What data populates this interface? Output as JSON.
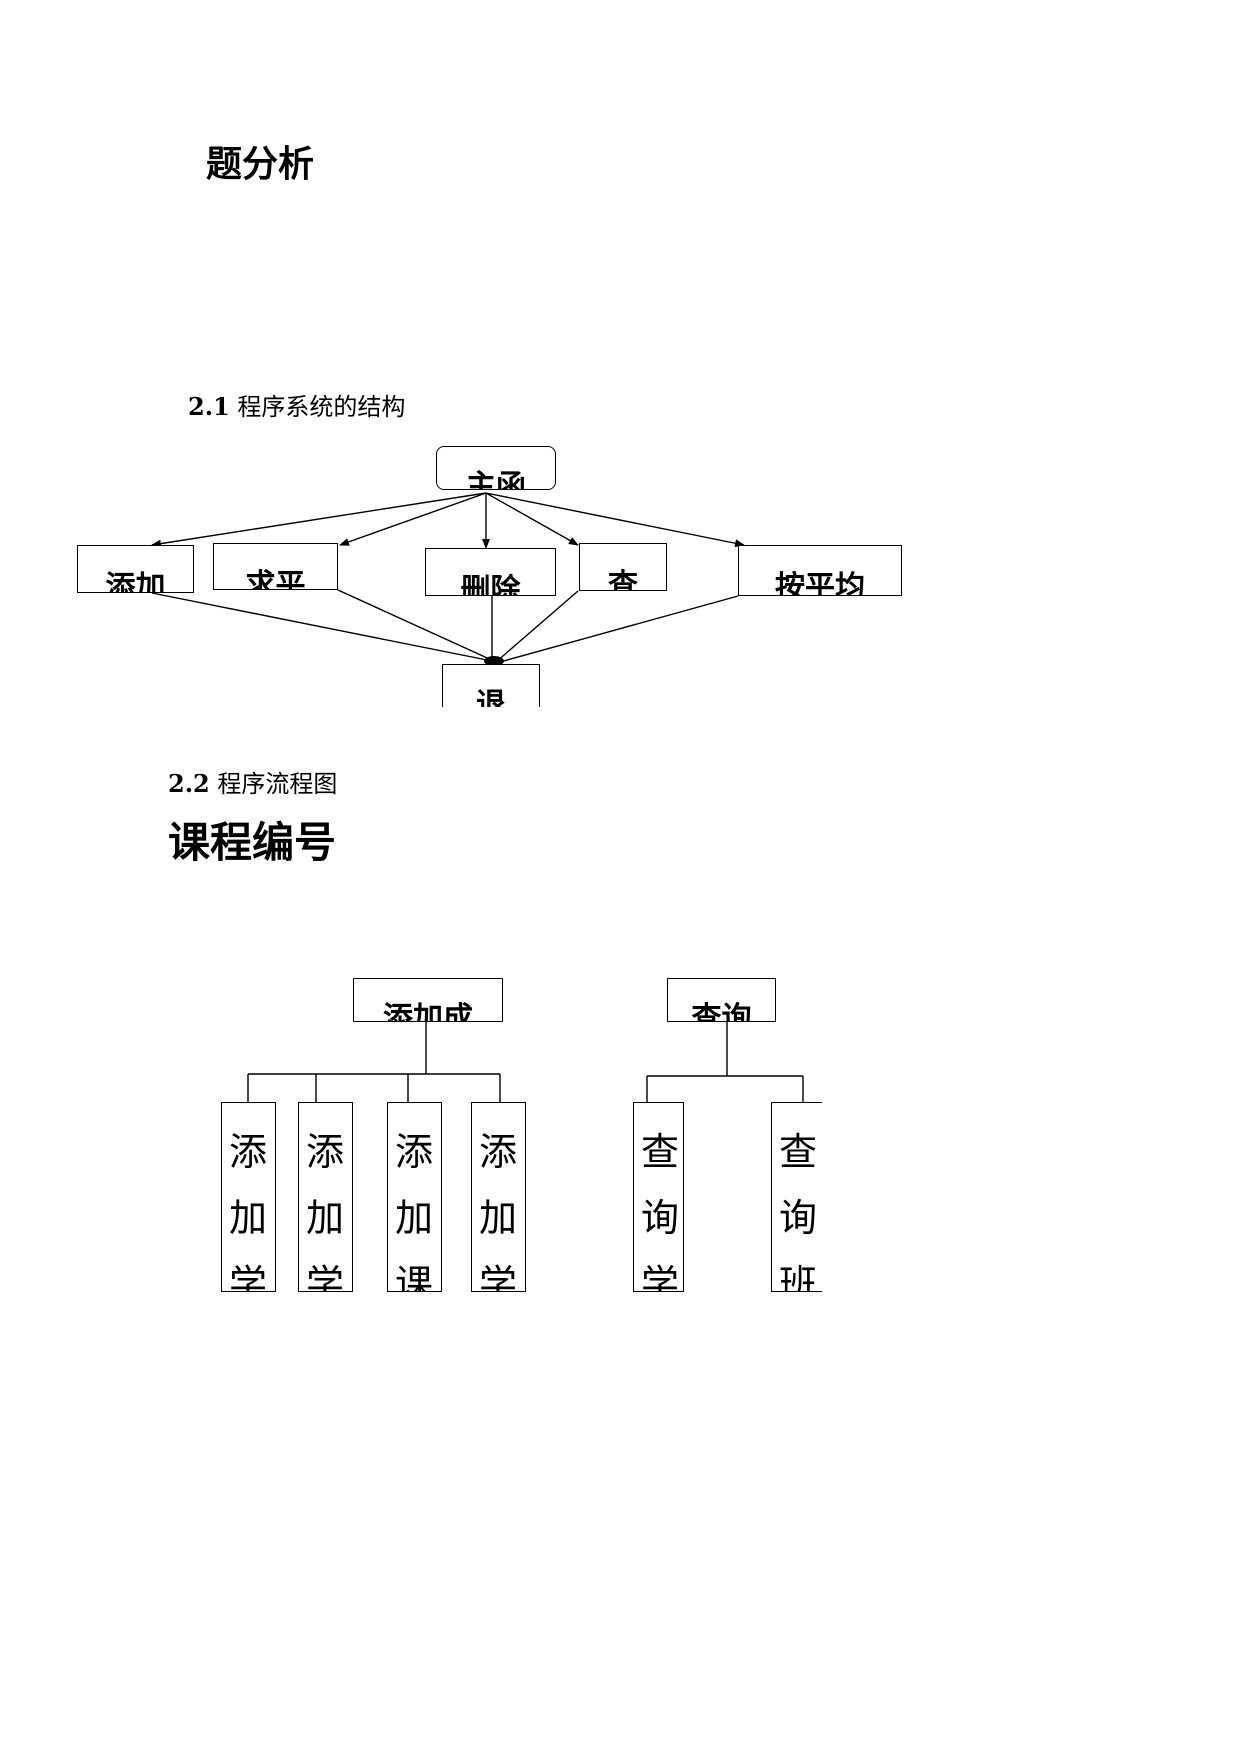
{
  "page": {
    "title": "题分析",
    "section_1": {
      "num": "2.1",
      "text": "程序系统的结构"
    },
    "section_2": {
      "num": "2.2",
      "text": "程序流程图"
    },
    "subheading": "课程编号"
  },
  "structure_diagram": {
    "root": "主函",
    "children": [
      "添加",
      "求平",
      "删除",
      "查",
      "按平均"
    ],
    "exit": "退"
  },
  "flow_diagram": {
    "group_1": {
      "parent": "添加成",
      "children": [
        "添加学",
        "添加学",
        "添加课",
        "添加学"
      ]
    },
    "group_2": {
      "parent": "查询",
      "children": [
        "查询学",
        "查询班"
      ]
    }
  }
}
